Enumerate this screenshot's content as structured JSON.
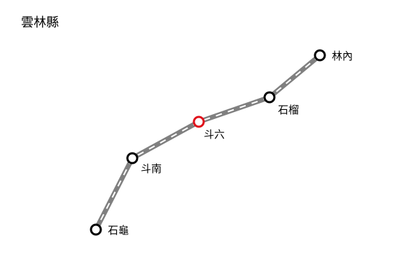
{
  "map": {
    "title": "雲林縣",
    "colors": {
      "track_base": "#808080",
      "track_dash": "#ffffff",
      "station_fill": "#ffffff",
      "station_stroke": "#000000",
      "highlight_stroke": "#e0101a",
      "text": "#000000"
    },
    "stations": [
      {
        "id": "linnei",
        "name": "林內",
        "highlighted": false
      },
      {
        "id": "shiliu",
        "name": "石榴",
        "highlighted": false
      },
      {
        "id": "douliu",
        "name": "斗六",
        "highlighted": true
      },
      {
        "id": "dounan",
        "name": "斗南",
        "highlighted": false
      },
      {
        "id": "shigui",
        "name": "石龜",
        "highlighted": false
      }
    ]
  }
}
